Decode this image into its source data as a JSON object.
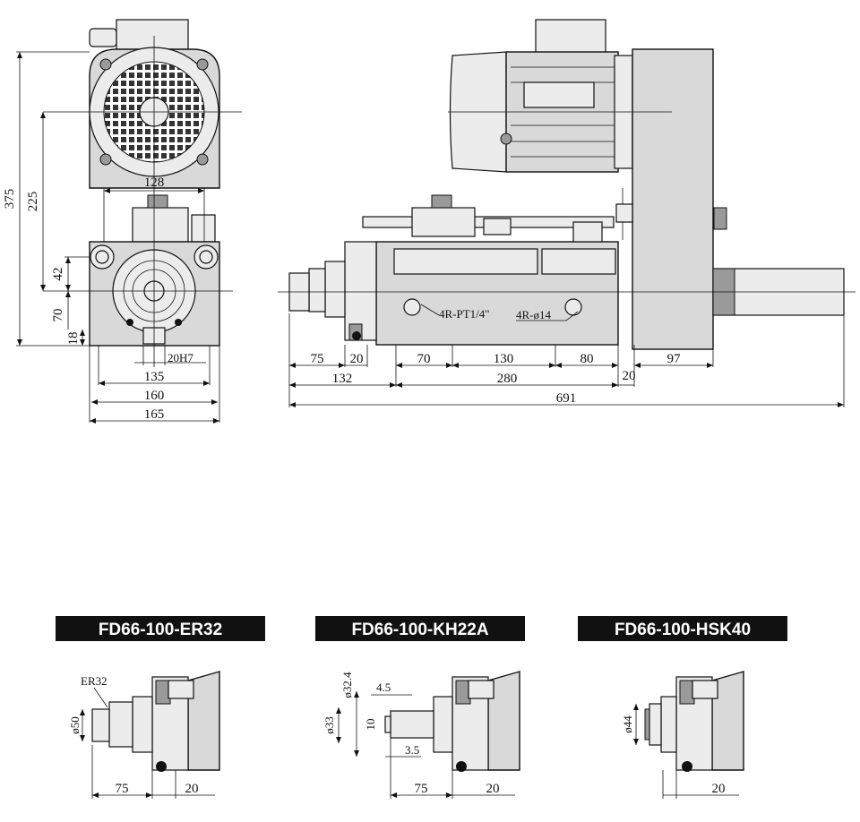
{
  "front_view": {
    "dims": {
      "h375": "375",
      "h225": "225",
      "h42": "42",
      "h70": "70",
      "h18": "18",
      "w128": "128",
      "fit": "20H7",
      "w135": "135",
      "w160": "160",
      "w165": "165"
    }
  },
  "side_view": {
    "notes": {
      "ports": "4R-PT1/4\"",
      "holes": "4R-ø14"
    },
    "dims": {
      "d75": "75",
      "d20a": "20",
      "d70": "70",
      "d130": "130",
      "d80": "80",
      "d97": "97",
      "d132": "132",
      "d280": "280",
      "d20b": "20",
      "d691": "691"
    }
  },
  "variants": [
    {
      "title": "FD66-100-ER32",
      "callout": "ER32",
      "dims": {
        "dia": "ø50",
        "d75": "75",
        "d20": "20"
      }
    },
    {
      "title": "FD66-100-KH22A",
      "dims": {
        "d324": "ø32.4",
        "d33": "ø33",
        "d45": "4.5",
        "d10": "10",
        "d35": "3.5",
        "d75": "75",
        "d20": "20"
      }
    },
    {
      "title": "FD66-100-HSK40",
      "dims": {
        "dia": "ø44",
        "d20": "20"
      }
    }
  ]
}
